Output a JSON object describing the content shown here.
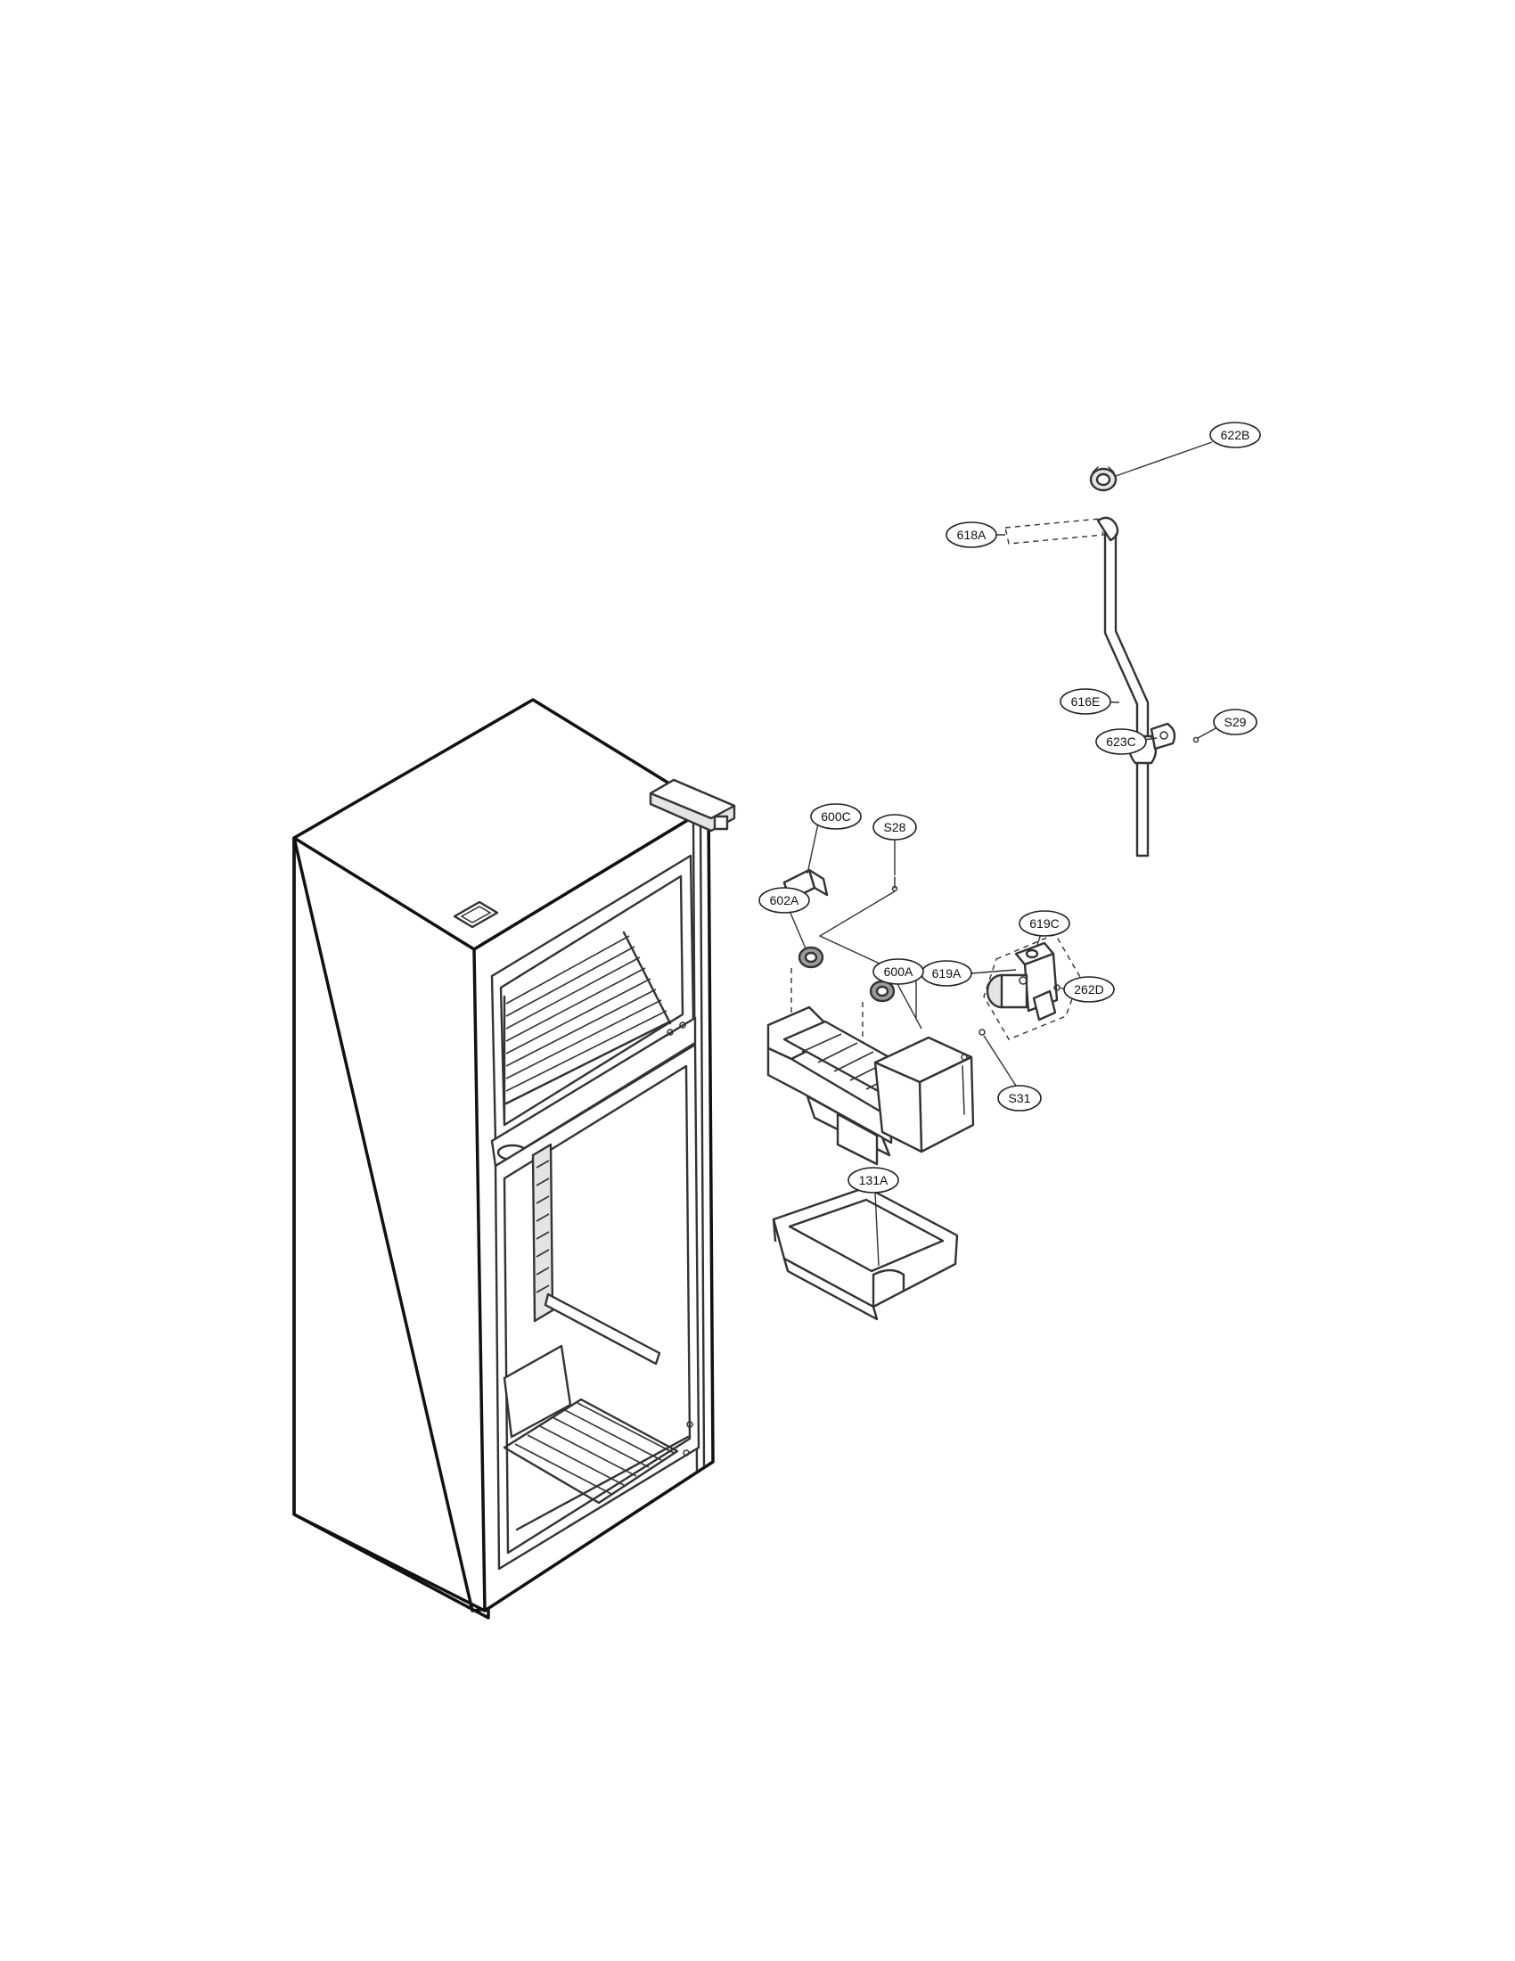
{
  "parts": [
    {
      "id": "622b",
      "label": "622B"
    },
    {
      "id": "618a",
      "label": "618A"
    },
    {
      "id": "616e",
      "label": "616E"
    },
    {
      "id": "s29",
      "label": "S29"
    },
    {
      "id": "623c",
      "label": "623C"
    },
    {
      "id": "600c",
      "label": "600C"
    },
    {
      "id": "s28",
      "label": "S28"
    },
    {
      "id": "602a",
      "label": "602A"
    },
    {
      "id": "619c",
      "label": "619C"
    },
    {
      "id": "619a",
      "label": "619A"
    },
    {
      "id": "600a",
      "label": "600A"
    },
    {
      "id": "262d",
      "label": "262D"
    },
    {
      "id": "s31",
      "label": "S31"
    },
    {
      "id": "131a",
      "label": "131A"
    }
  ],
  "colors": {
    "line": "#333333",
    "background": "#ffffff"
  }
}
